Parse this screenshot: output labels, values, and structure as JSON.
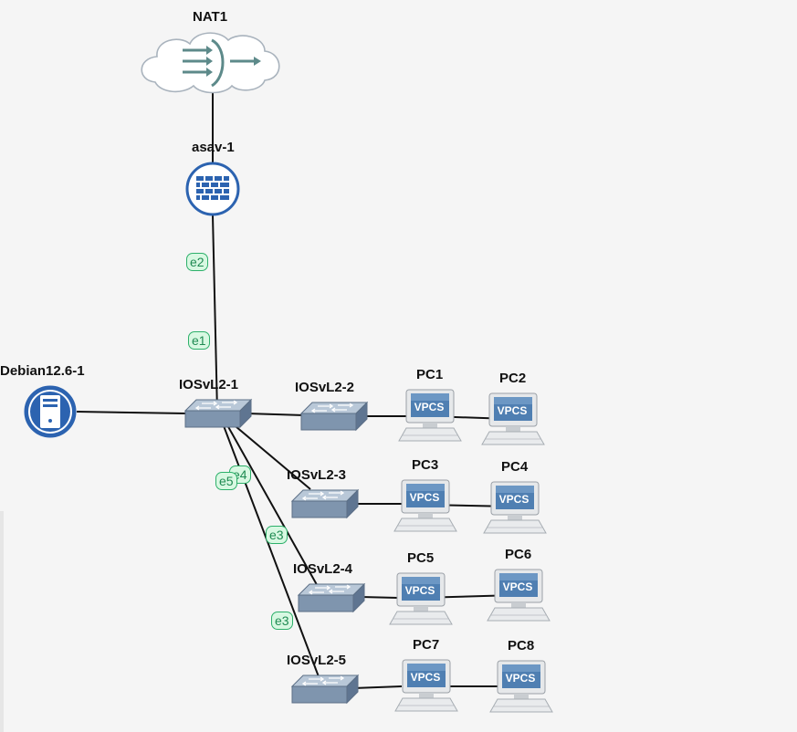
{
  "colors": {
    "background": "#f5f5f5",
    "link": "#111111",
    "badge_border": "#2db06a",
    "badge_fill": "#d8f8e2",
    "badge_text": "#1f8a52",
    "device_blue": "#2c63b0",
    "switch_face": "#7f95ae",
    "vpcs_screen": "#4f7fb2"
  },
  "nodes": [
    {
      "id": "nat1",
      "label": "NAT1",
      "icon": "nat-cloud-icon"
    },
    {
      "id": "asav1",
      "label": "asav-1",
      "icon": "firewall-icon"
    },
    {
      "id": "debian",
      "label": "Debian12.6-1",
      "icon": "server-icon"
    },
    {
      "id": "sw1",
      "label": "IOSvL2-1",
      "icon": "switch-icon"
    },
    {
      "id": "sw2",
      "label": "IOSvL2-2",
      "icon": "switch-icon"
    },
    {
      "id": "sw3",
      "label": "IOSvL2-3",
      "icon": "switch-icon"
    },
    {
      "id": "sw4",
      "label": "IOSvL2-4",
      "icon": "switch-icon"
    },
    {
      "id": "sw5",
      "label": "IOSvL2-5",
      "icon": "switch-icon"
    },
    {
      "id": "pc1",
      "label": "PC1",
      "icon": "vpcs-icon",
      "screen_text": "VPCS"
    },
    {
      "id": "pc2",
      "label": "PC2",
      "icon": "vpcs-icon",
      "screen_text": "VPCS"
    },
    {
      "id": "pc3",
      "label": "PC3",
      "icon": "vpcs-icon",
      "screen_text": "VPCS"
    },
    {
      "id": "pc4",
      "label": "PC4",
      "icon": "vpcs-icon",
      "screen_text": "VPCS"
    },
    {
      "id": "pc5",
      "label": "PC5",
      "icon": "vpcs-icon",
      "screen_text": "VPCS"
    },
    {
      "id": "pc6",
      "label": "PC6",
      "icon": "vpcs-icon",
      "screen_text": "VPCS"
    },
    {
      "id": "pc7",
      "label": "PC7",
      "icon": "vpcs-icon",
      "screen_text": "VPCS"
    },
    {
      "id": "pc8",
      "label": "PC8",
      "icon": "vpcs-icon",
      "screen_text": "VPCS"
    }
  ],
  "links": [
    {
      "from": "nat1",
      "to": "asav1"
    },
    {
      "from": "asav1",
      "to": "sw1"
    },
    {
      "from": "debian",
      "to": "sw1"
    },
    {
      "from": "sw1",
      "to": "sw2"
    },
    {
      "from": "sw1",
      "to": "sw3"
    },
    {
      "from": "sw1",
      "to": "sw4"
    },
    {
      "from": "sw1",
      "to": "sw5"
    },
    {
      "from": "sw2",
      "to": "pc1"
    },
    {
      "from": "pc1",
      "to": "pc2"
    },
    {
      "from": "sw3",
      "to": "pc3"
    },
    {
      "from": "pc3",
      "to": "pc4"
    },
    {
      "from": "sw4",
      "to": "pc5"
    },
    {
      "from": "pc5",
      "to": "pc6"
    },
    {
      "from": "sw5",
      "to": "pc7"
    },
    {
      "from": "pc7",
      "to": "pc8"
    }
  ],
  "interface_labels": [
    "e2",
    "e1",
    "e4",
    "e5",
    "e3",
    "e3"
  ]
}
